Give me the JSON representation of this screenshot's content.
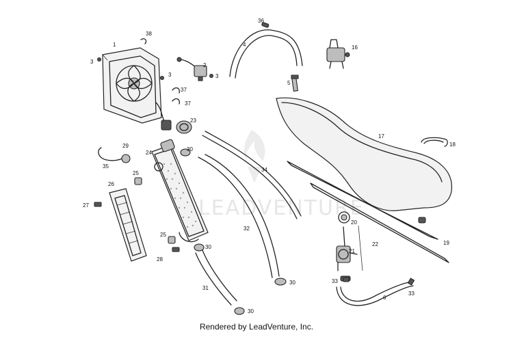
{
  "footer": {
    "text": "Rendered by LeadVenture, Inc."
  },
  "watermark": {
    "text": "LEADVENTURE",
    "color": "#e6e6e6"
  },
  "callouts": [
    "1",
    "2",
    "3",
    "3",
    "3",
    "4",
    "5",
    "6",
    "16",
    "17",
    "18",
    "19",
    "20",
    "21",
    "22",
    "23",
    "24",
    "25",
    "25",
    "26",
    "27",
    "28",
    "29",
    "30",
    "30",
    "30",
    "30",
    "31",
    "32",
    "33",
    "33",
    "34",
    "35",
    "36",
    "37",
    "37",
    "38"
  ]
}
